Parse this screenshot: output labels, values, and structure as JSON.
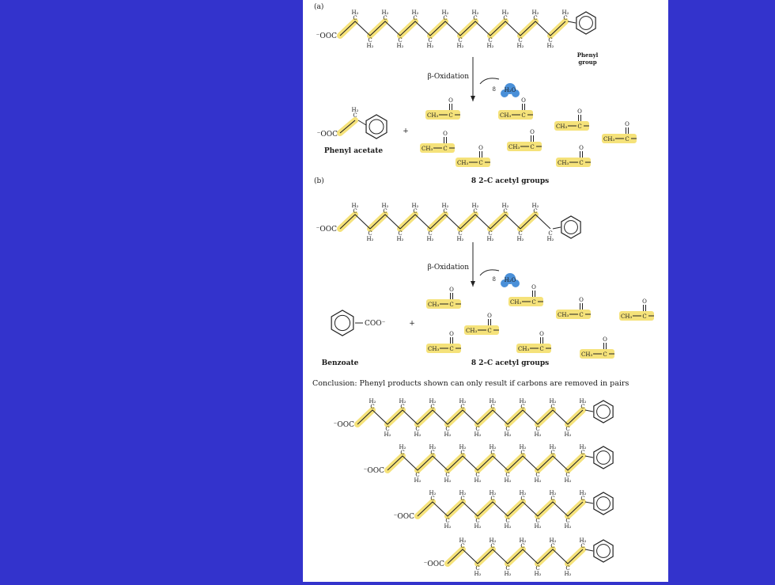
{
  "labels": {
    "part_a": "(a)",
    "part_b": "(b)",
    "oxidation": "β-Oxidation",
    "water_count": "8",
    "water": "H₂O",
    "anion_prefix": "⁻OOC",
    "phenyl_group_line1": "Phenyl",
    "phenyl_group_line2": "group",
    "phenyl_acetate": "Phenyl acetate",
    "benzoate": "Benzoate",
    "benzoate_group": "COO⁻",
    "plus": "+",
    "acetyl_groups": "8   2–C acetyl groups",
    "ch3": "CH₃",
    "carbonyl_c": "C",
    "carbonyl_o": "O",
    "ch2_h": "H₂",
    "ch2_c": "C",
    "conclusion": "Conclusion: Phenyl products shown can only result if carbons are removed in pairs"
  },
  "colors": {
    "background": "#3333cc",
    "panel": "#ffffff",
    "highlight": "#f5e27a",
    "water": "#4a90d9"
  },
  "chains": {
    "a_carbons": 16,
    "b_carbons": 15,
    "conclusion_carbons": [
      16,
      14,
      12,
      10
    ],
    "acetyl_count_a": 8,
    "acetyl_count_b": 8
  }
}
